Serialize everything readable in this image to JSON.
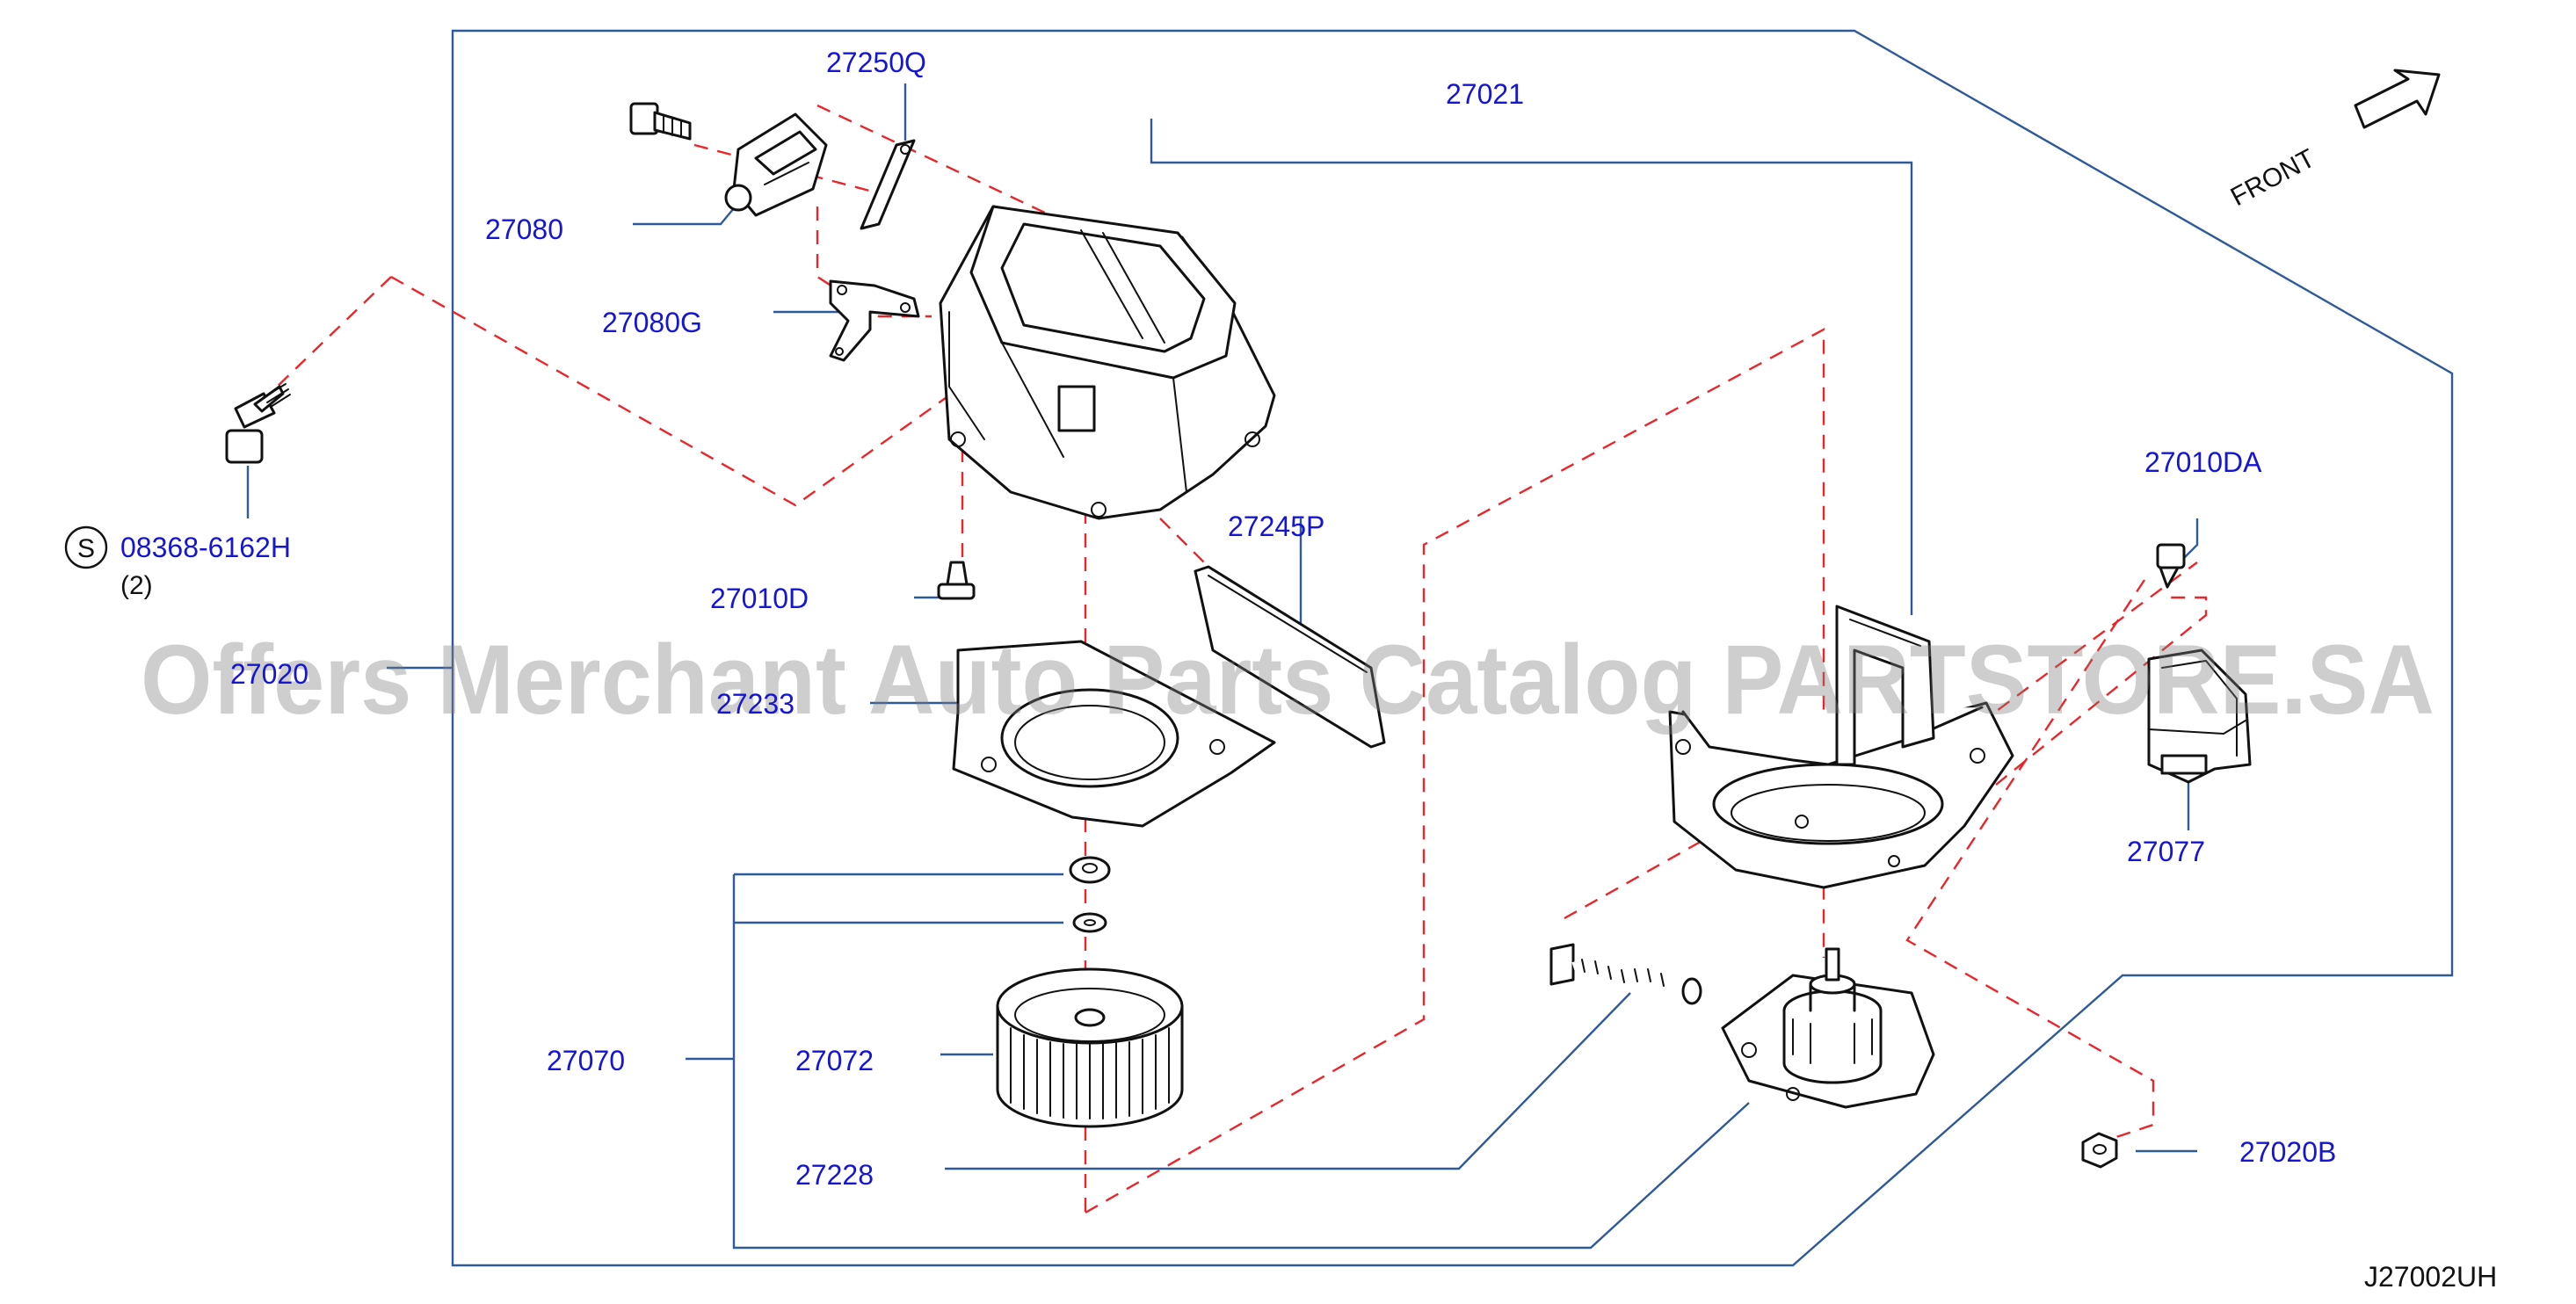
{
  "diagram_id": "J27002UH",
  "front_label": "FRONT",
  "watermark": "Offers Merchant Auto Parts Catalog PARTSTORE.SA",
  "bolt": {
    "prefix": "S",
    "number": "08368-6162H",
    "qty": "(2)"
  },
  "parts": {
    "p27250Q": "27250Q",
    "p27021": "27021",
    "p27080": "27080",
    "p27080G": "27080G",
    "p27010D": "27010D",
    "p27245P": "27245P",
    "p27010DA": "27010DA",
    "p27020": "27020",
    "p27233": "27233",
    "p27077": "27077",
    "p27070": "27070",
    "p27072": "27072",
    "p27228": "27228",
    "p27020B": "27020B"
  }
}
